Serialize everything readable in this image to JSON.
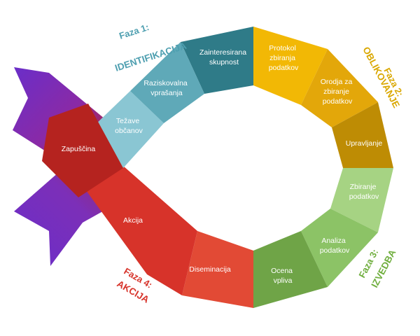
{
  "diagram": {
    "phases": [
      {
        "id": "p1",
        "title": "Faza 1:",
        "name": "IDENTIFIKACIJA",
        "color": "#4e9fb0"
      },
      {
        "id": "p2",
        "title": "Faza 2:",
        "name": "OBLIKOVANJE",
        "color": "#d9a700"
      },
      {
        "id": "p3",
        "title": "Faza 3:",
        "name": "IZVEDBA",
        "color": "#6fae3d"
      },
      {
        "id": "p4",
        "title": "Faza 4:",
        "name": "AKCIJA",
        "color": "#d7332a"
      }
    ],
    "segments": [
      {
        "id": "zainteresirana-skupnost",
        "lines": [
          "Zainteresirana",
          "skupnost"
        ],
        "color": "#2f7b88"
      },
      {
        "id": "protokol-zbiranja-podatkov",
        "lines": [
          "Protokol",
          "zbiranja",
          "podatkov"
        ],
        "color": "#f2b805"
      },
      {
        "id": "orodja-za-zbiranje-podatkov",
        "lines": [
          "Orodja za",
          "zbiranje",
          "podatkov"
        ],
        "color": "#e3a70a"
      },
      {
        "id": "upravljanje",
        "lines": [
          "Upravljanje"
        ],
        "color": "#be8c04"
      },
      {
        "id": "zbiranje-podatkov",
        "lines": [
          "Zbiranje",
          "podatkov"
        ],
        "color": "#a6d383"
      },
      {
        "id": "analiza-podatkov",
        "lines": [
          "Analiza",
          "podatkov"
        ],
        "color": "#8cc366"
      },
      {
        "id": "ocena-vpliva",
        "lines": [
          "Ocena",
          "vpliva"
        ],
        "color": "#6fa447"
      },
      {
        "id": "diseminacija",
        "lines": [
          "Diseminacija"
        ],
        "color": "#e24a35"
      },
      {
        "id": "akcija",
        "lines": [
          "Akcija"
        ],
        "color": "#d7332a"
      },
      {
        "id": "zapuscina",
        "lines": [
          "Zapuščina"
        ],
        "color": "#b5231f"
      },
      {
        "id": "tezave-obcanov",
        "lines": [
          "Težave",
          "občanov"
        ],
        "color": "#8ac6d3"
      },
      {
        "id": "raziskovalna-vprasanja",
        "lines": [
          "Raziskovalna",
          "vprašanja"
        ],
        "color": "#5fa9b8"
      }
    ],
    "tail_color": "#6a2ec9"
  }
}
